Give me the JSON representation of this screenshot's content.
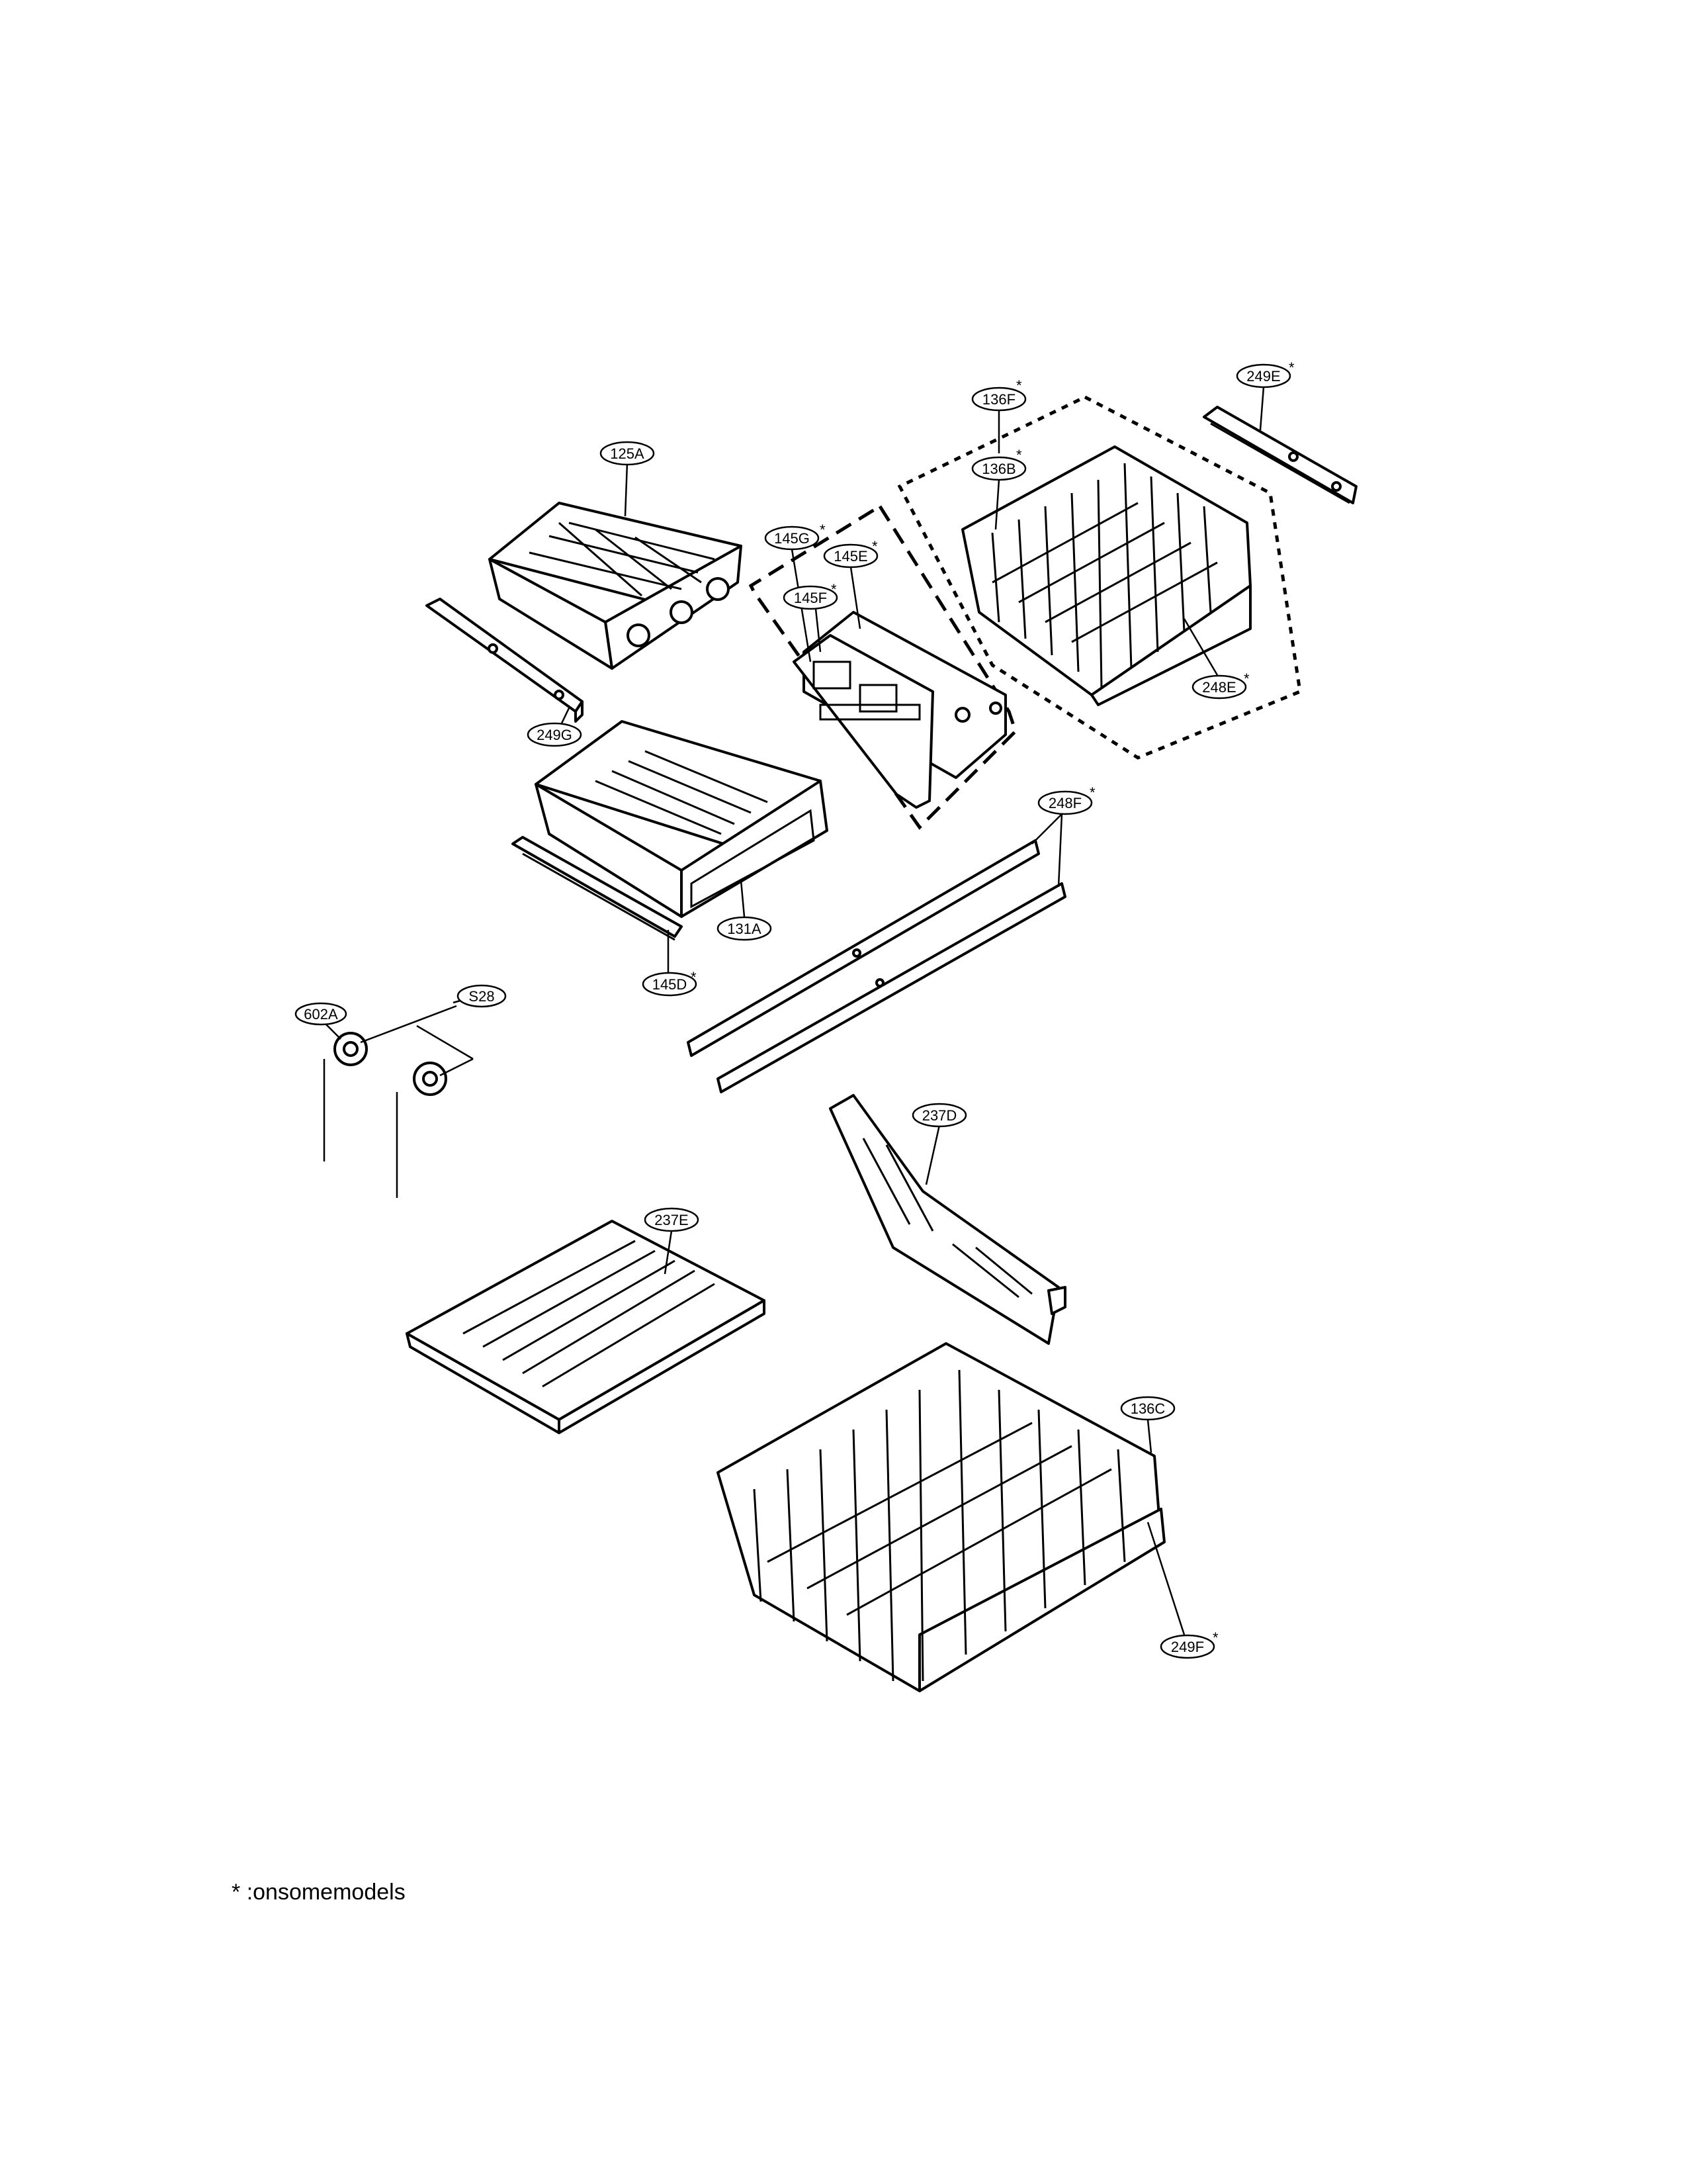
{
  "callouts": [
    {
      "id": "125A",
      "star": ""
    },
    {
      "id": "249G",
      "star": ""
    },
    {
      "id": "145G",
      "star": "*"
    },
    {
      "id": "145E",
      "star": "*"
    },
    {
      "id": "145F",
      "star": "*"
    },
    {
      "id": "136F",
      "star": "*"
    },
    {
      "id": "136B",
      "star": "*"
    },
    {
      "id": "249E",
      "star": "*"
    },
    {
      "id": "248E",
      "star": "*"
    },
    {
      "id": "131A",
      "star": ""
    },
    {
      "id": "145D",
      "star": "*"
    },
    {
      "id": "248F",
      "star": "*"
    },
    {
      "id": "602A",
      "star": ""
    },
    {
      "id": "S28",
      "star": ""
    },
    {
      "id": "237D",
      "star": ""
    },
    {
      "id": "237E",
      "star": ""
    },
    {
      "id": "136C",
      "star": ""
    },
    {
      "id": "249F",
      "star": "*"
    }
  ],
  "footnote": {
    "symbol": "*",
    "text": ":onsomemodels"
  }
}
